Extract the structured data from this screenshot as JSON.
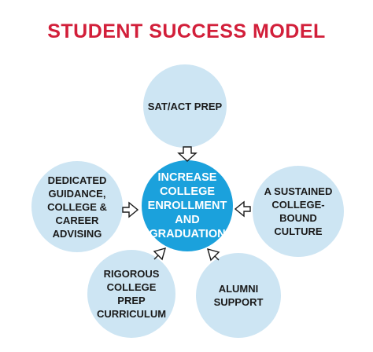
{
  "diagram": {
    "title": "STUDENT SUCCESS MODEL",
    "center": {
      "label": "INCREASE\nCOLLEGE\nENROLLMENT\nAND\nGRADUATION"
    },
    "nodes": {
      "top": {
        "label": "SAT/ACT PREP"
      },
      "left": {
        "label": "DEDICATED\nGUIDANCE,\nCOLLEGE &\nCAREER\nADVISING"
      },
      "right": {
        "label": "A SUSTAINED\nCOLLEGE-\nBOUND\nCULTURE"
      },
      "bottom_left": {
        "label": "RIGOROUS\nCOLLEGE\nPREP\nCURRICULUM"
      },
      "bottom_right": {
        "label": "ALUMNI\nSUPPORT"
      }
    },
    "colors": {
      "title": "#d21f3a",
      "center_fill": "#1ba1dc",
      "node_fill": "#cde5f3",
      "arrow_outline": "#1a1a1a"
    },
    "arrows": [
      {
        "from": "top",
        "to": "center"
      },
      {
        "from": "left",
        "to": "center"
      },
      {
        "from": "right",
        "to": "center"
      },
      {
        "from": "bottom_left",
        "to": "center"
      },
      {
        "from": "bottom_right",
        "to": "center"
      }
    ]
  }
}
